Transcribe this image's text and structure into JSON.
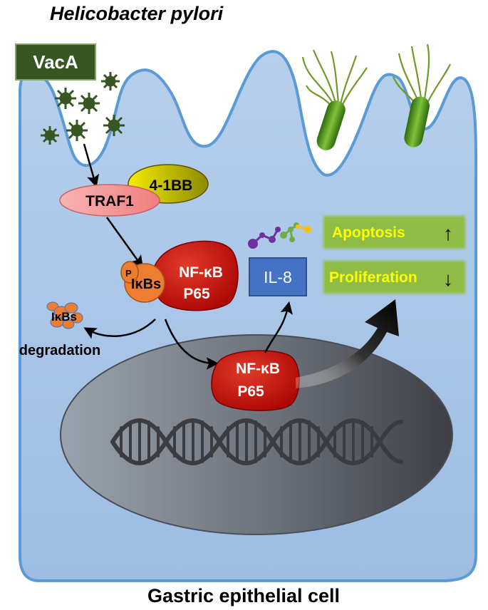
{
  "title": "Helicobacter pylori",
  "footer": "Gastric epithelial cell",
  "vaca": {
    "label": "VacA"
  },
  "traf1": {
    "label": "TRAF1"
  },
  "ligand": {
    "label": "4-1BB"
  },
  "complex": {
    "p_label": "P",
    "ikbs_label": "IκBs",
    "nfkb_label": "NF-κB",
    "p65_label": "P65"
  },
  "degradation": {
    "ikbs_label": "IκBs",
    "text": "degradation"
  },
  "nucleus_complex": {
    "nfkb_label": "NF-κB",
    "p65_label": "P65"
  },
  "il8": {
    "label": "IL-8"
  },
  "outcomes": [
    {
      "label": "Apoptosis",
      "arrow": "↑"
    },
    {
      "label": "Proliferation",
      "arrow": "↓"
    }
  ],
  "colors": {
    "cell_fill": "#a9c6e8",
    "cell_stroke": "#5b9bd5",
    "vaca_box": "#375623",
    "traf1": "#f4a3a3",
    "ligand_yellow": "#f0e000",
    "nfkb_red": "#c00000",
    "ikbs_orange": "#ed7d31",
    "il8_box": "#4472c4",
    "outcome_box": "#8fbc45",
    "outcome_text": "#ffff00",
    "bacteria_green": "#4a8c1c",
    "nucleus_dark": "#3f4147"
  }
}
